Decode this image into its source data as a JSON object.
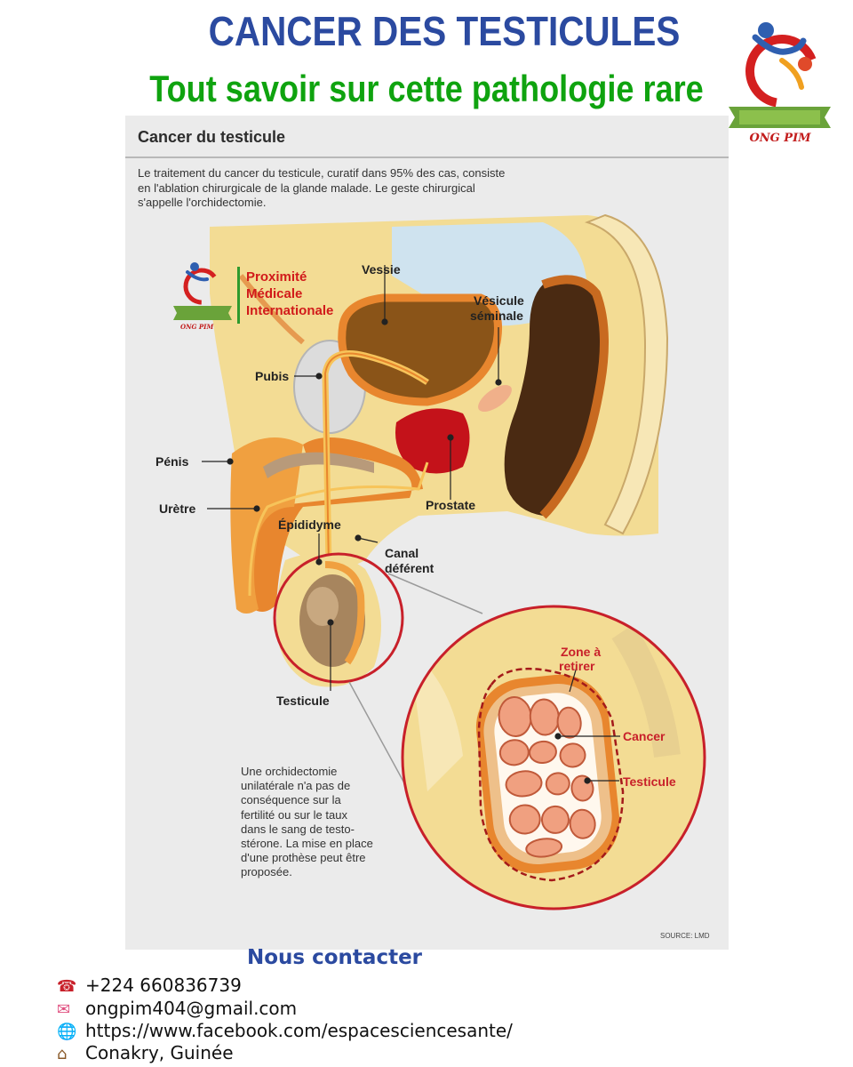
{
  "header": {
    "title": "CANCER DES TESTICULES",
    "subtitle": "Tout savoir sur cette pathologie rare",
    "logo_text": "ONG PIM"
  },
  "panel": {
    "title": "Cancer du testicule",
    "intro": "Le traitement du cancer du testicule, curatif dans 95% des cas, consiste en l'ablation chirurgicale de la glande malade. Le geste chirurgical s'appelle l'orchidectomie.",
    "watermark": {
      "line1": "Proximité",
      "line2": "Médicale",
      "line3": "Internationale",
      "badge": "ONG PIM"
    },
    "labels": {
      "vessie": "Vessie",
      "vesicule_1": "Vésicule",
      "vesicule_2": "séminale",
      "pubis": "Pubis",
      "penis": "Pénis",
      "uretre": "Urètre",
      "prostate": "Prostate",
      "epididyme": "Épididyme",
      "canal_1": "Canal",
      "canal_2": "déférent",
      "testicule": "Testicule"
    },
    "zoom_labels": {
      "zone_1": "Zone à",
      "zone_2": "retirer",
      "cancer": "Cancer",
      "testicule": "Testicule"
    },
    "note": "Une orchidectomie unilatérale n'a pas de conséquence sur la fertilité ou sur le taux dans le sang de testo-stérone. La mise en place d'une prothèse peut être proposée.",
    "source": "SOURCE: LMD"
  },
  "contact": {
    "title": "Nous contacter",
    "phone": "+224 660836739",
    "email": "ongpim404@gmail.com",
    "facebook": "https://www.facebook.com/espacesciencesante/",
    "address": "Conakry, Guinée",
    "icons": [
      "phone-icon",
      "envelope-icon",
      "globe-icon",
      "house-icon"
    ]
  },
  "colors": {
    "title_blue": "#2b4aa0",
    "subtitle_green": "#0fa30f",
    "accent_red": "#c8202a",
    "tissue": "#f3dc94",
    "organ_orange": "#e8862e"
  }
}
